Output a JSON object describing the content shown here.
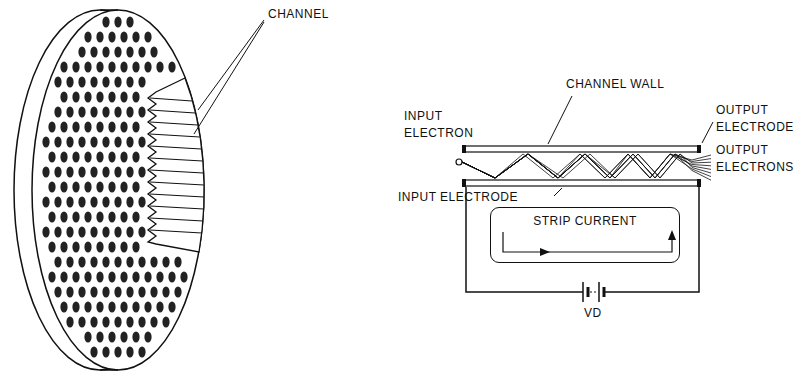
{
  "diagram": {
    "nodes": [
      {
        "text": [
          "STRIP CURRENT"
        ]
      }
    ],
    "labels": [
      "CHANNEL",
      "CHANNEL WALL",
      "INPUT ELECTRON",
      "OUTPUT ELECTRODE",
      "OUTPUT ELECTRONS",
      "INPUT ELECTRODE",
      "VD"
    ]
  }
}
